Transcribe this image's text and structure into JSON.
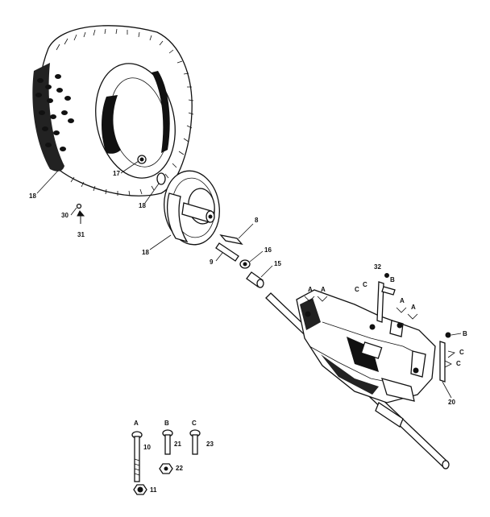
{
  "labels": {
    "tire": "18",
    "valve_stem": "17",
    "rim_ring": "18",
    "wheel_hub": "18",
    "bolt_30": "30",
    "bolt_31": "31",
    "key_8": "8",
    "pin_9": "9",
    "washer_16": "16",
    "bushing_15": "15",
    "part_32": "32",
    "part_20": "20",
    "letter_a1": "A",
    "letter_a2": "A",
    "letter_a3": "A",
    "letter_a4": "A",
    "letter_b1": "B",
    "letter_b2": "B",
    "letter_c1": "C",
    "letter_c2": "C",
    "letter_c3": "C",
    "letter_c4": "C",
    "bolt_a_letter": "A",
    "bolt_a_num": "10",
    "bolt_b_letter": "B",
    "bolt_b_num": "21",
    "bolt_c_letter": "C",
    "bolt_c_num": "23",
    "nut_22": "22",
    "nut_11": "11"
  }
}
